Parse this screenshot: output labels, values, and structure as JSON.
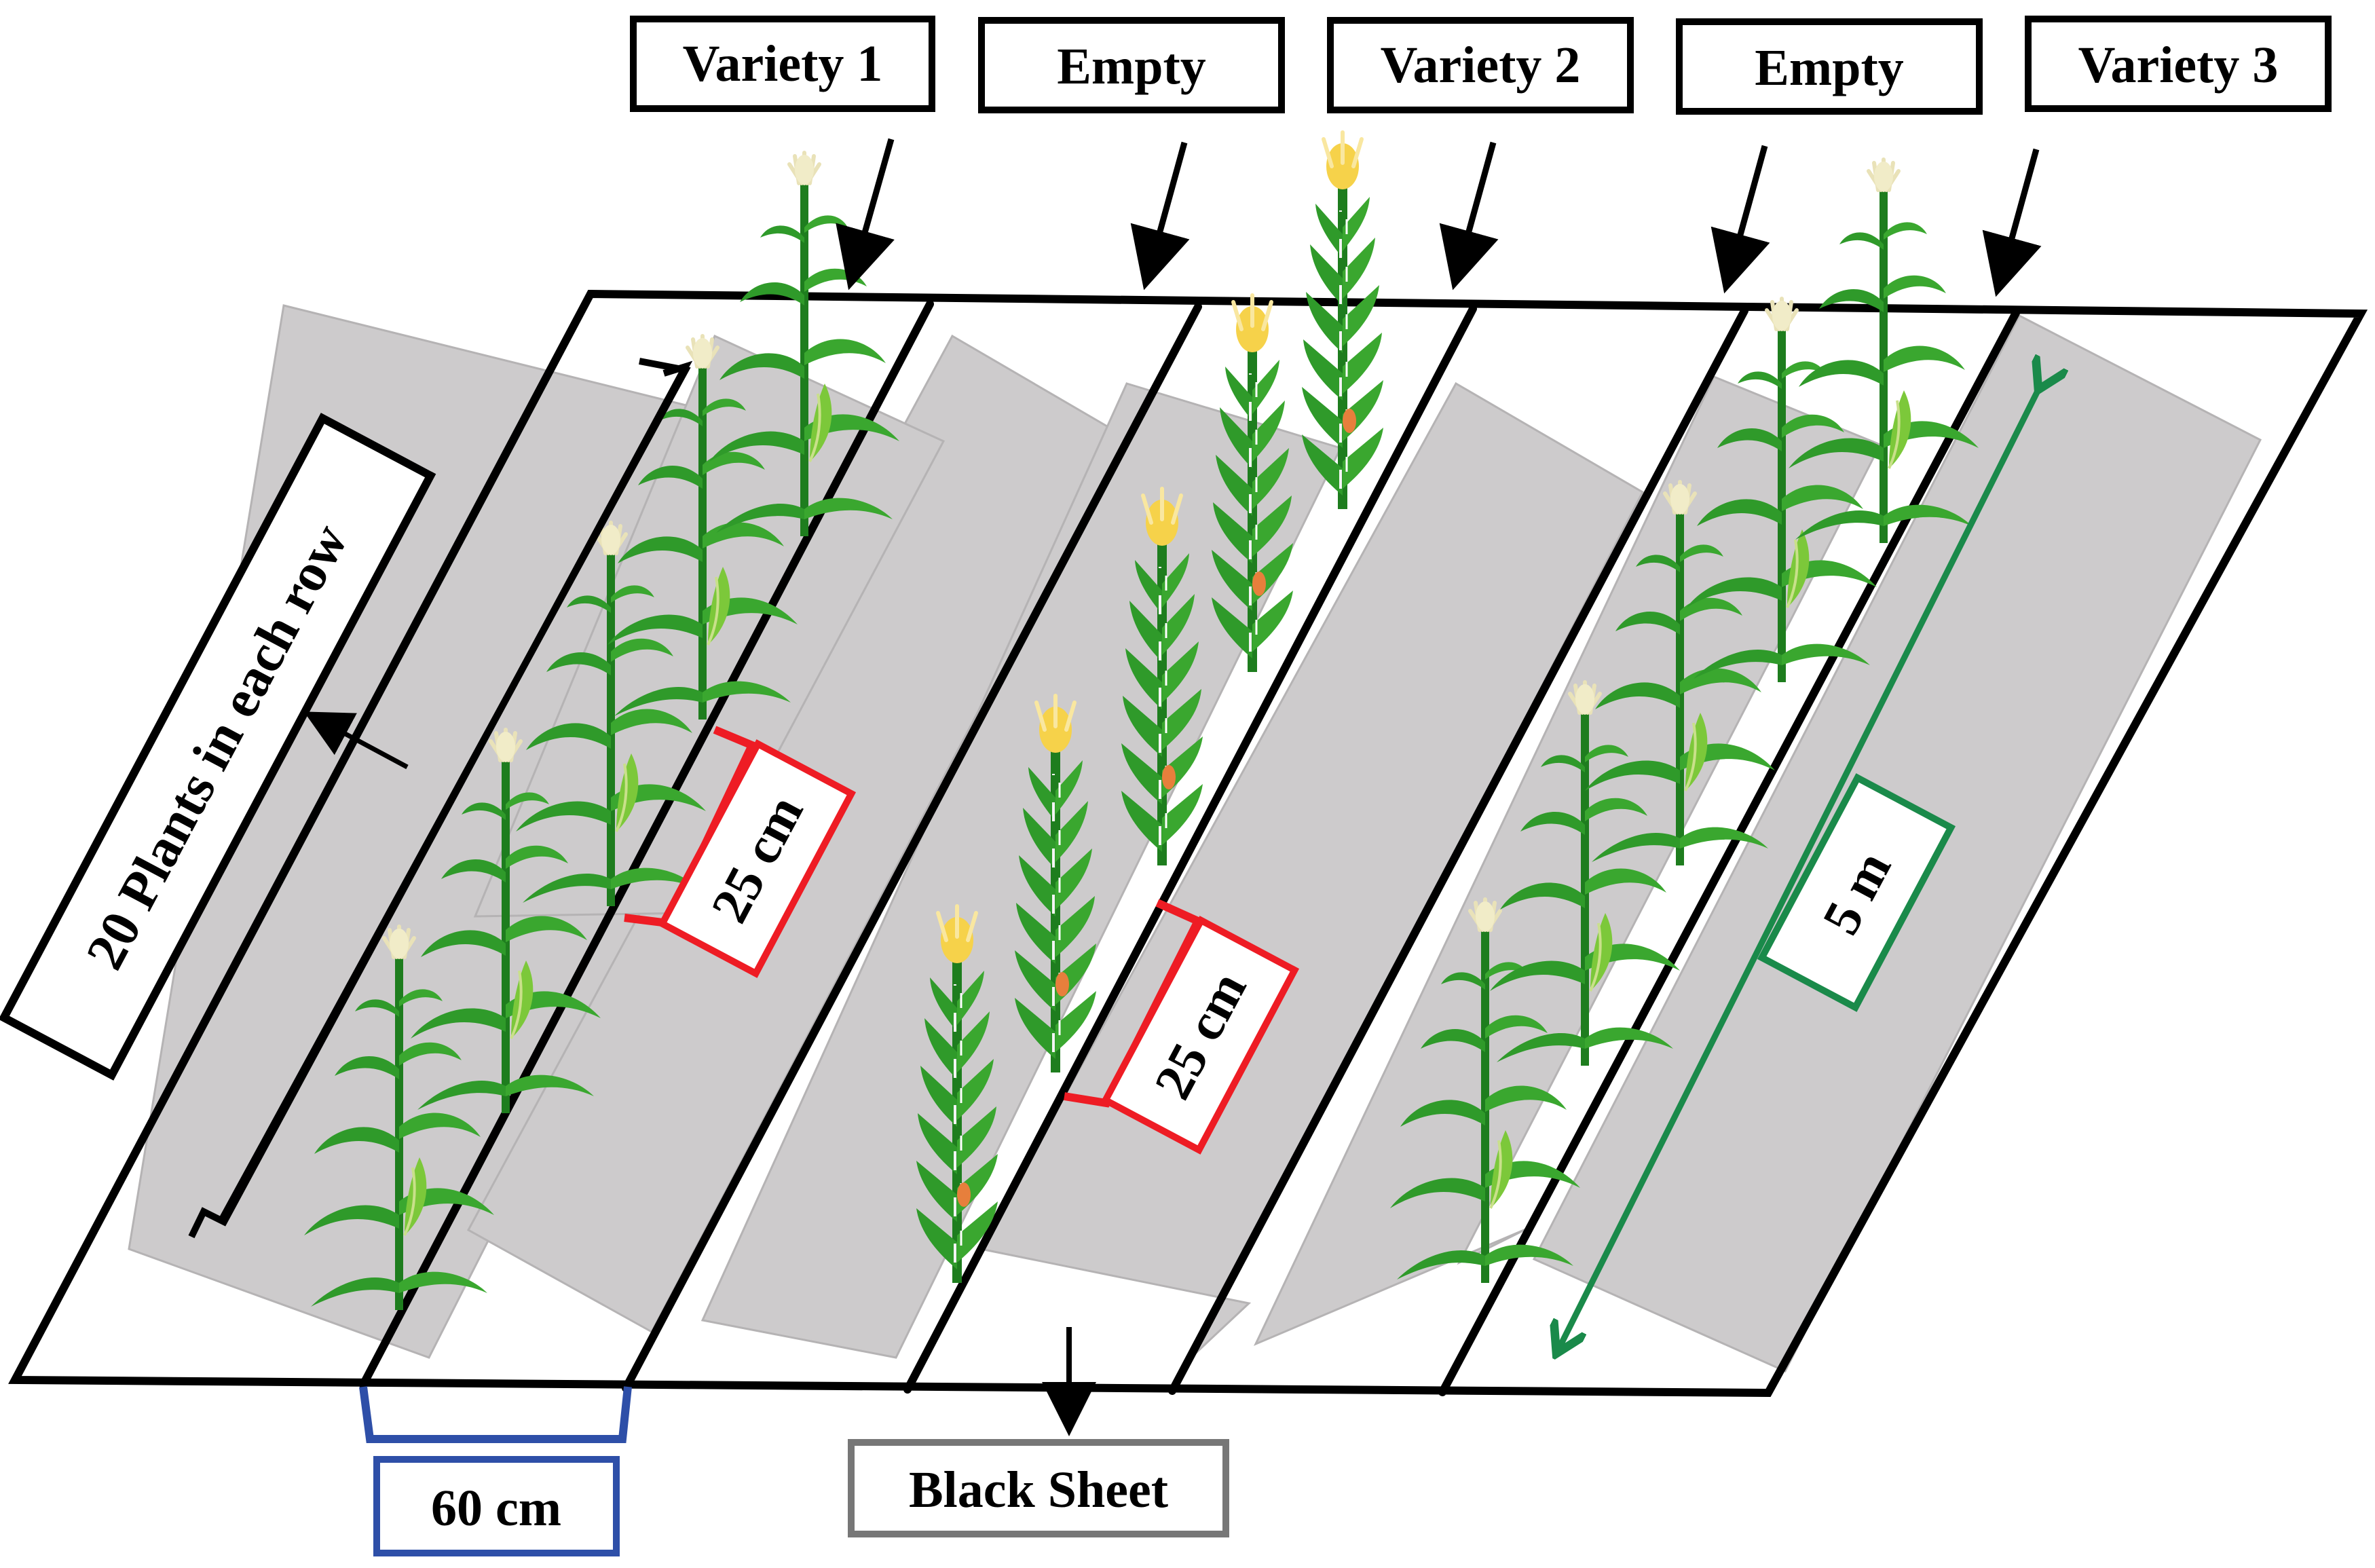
{
  "labels": {
    "variety_1": "Variety 1",
    "empty_1": "Empty",
    "variety_2": "Variety 2",
    "empty_2": "Empty",
    "variety_3": "Variety 3",
    "plants_per_row": "20 Plants in each row",
    "spacing_1": "25 cm",
    "spacing_2": "25 cm",
    "row_length": "5 m",
    "row_width": "60 cm",
    "black_sheet": "Black Sheet"
  },
  "colors": {
    "outline": "#000000",
    "sheet": "#cdcbcc",
    "sheet_edge": "#b5b3b4",
    "spacing": "#ee1c24",
    "length": "#1a8a4a",
    "width": "#2e4fa8",
    "sheet_label_box": "#777777",
    "plant_leaf": "#2f9a2a",
    "plant_leaf_light": "#7cc83a",
    "plant_stalk": "#1e7d1e",
    "tassel": "#f1ecc8",
    "sweet_tassel": "#f6d24a",
    "cob": "#b9d46a",
    "silk": "#e77f3c"
  },
  "layout": {
    "rows": [
      "Variety 1",
      "Empty",
      "Variety 2",
      "Empty",
      "Variety 3"
    ],
    "plant_styles": [
      "leafy",
      "none",
      "sweet",
      "none",
      "leafy"
    ]
  }
}
